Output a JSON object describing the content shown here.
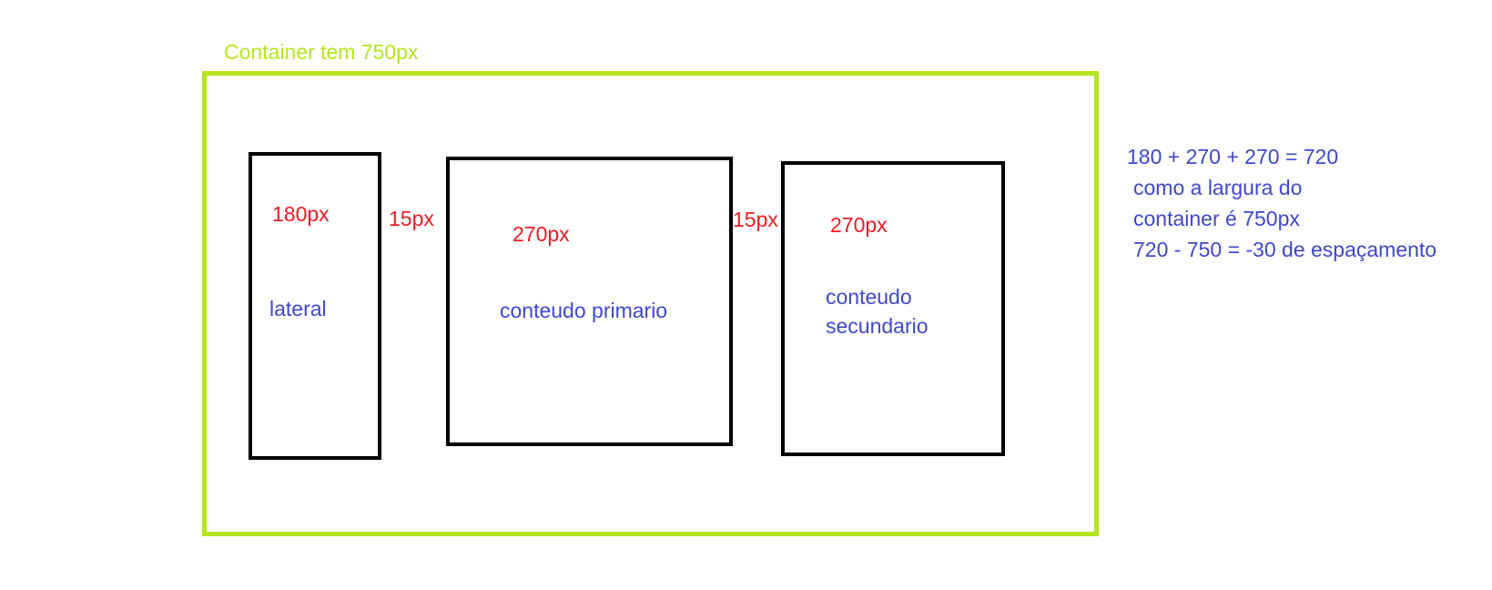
{
  "container": {
    "label": "Container tem 750px",
    "border_color": "#b5e61d"
  },
  "columns": [
    {
      "width_label": "180px",
      "name": "lateral"
    },
    {
      "width_label": "270px",
      "name": "conteudo primario"
    },
    {
      "width_label": "270px",
      "name": "conteudo secundario"
    }
  ],
  "gaps": [
    "15px",
    "15px"
  ],
  "notes": [
    "180 + 270 + 270 = 720",
    "como a largura do",
    "container é 750px",
    "720 - 750 = -30 de espaçamento"
  ],
  "colors": {
    "measure": "#ed1c24",
    "text": "#3f48cc",
    "box_border": "#000000"
  }
}
